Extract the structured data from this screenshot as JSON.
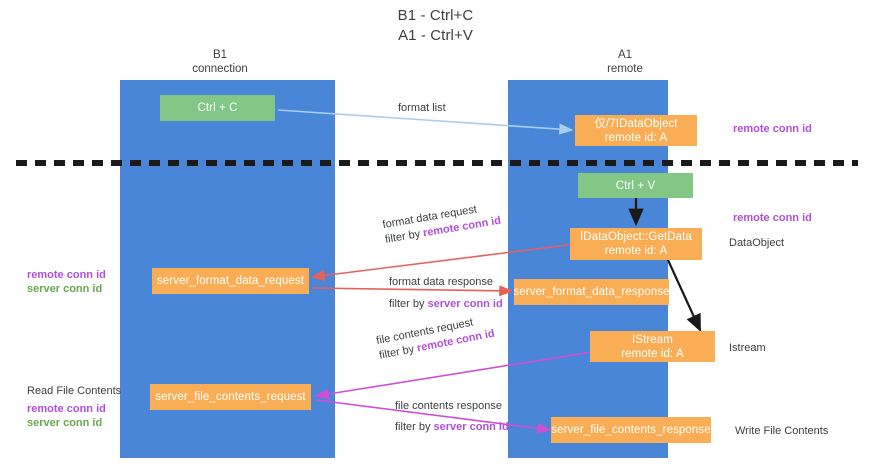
{
  "title": {
    "line1": "B1 - Ctrl+C",
    "line2": "A1 - Ctrl+V"
  },
  "columns": [
    {
      "name": "B1",
      "sub": "connection"
    },
    {
      "name": "A1",
      "sub": "remote"
    }
  ],
  "nodes": {
    "ctrl_c": {
      "label": "Ctrl + C"
    },
    "idataobject": {
      "line1": "仅/7IDataObject",
      "line2": "remote id: A"
    },
    "ctrl_v": {
      "label": "Ctrl + V"
    },
    "getdata": {
      "line1": "IDataObject::GetData",
      "line2": "remote id: A"
    },
    "server_format_request": {
      "label": "server_format_data_request"
    },
    "server_format_response": {
      "label": "server_format_data_response"
    },
    "istream": {
      "line1": "IStream",
      "line2": "remote id: A"
    },
    "server_file_request": {
      "label": "server_file_contents_request"
    },
    "server_file_response": {
      "label": "server_file_contents_response"
    }
  },
  "edges": {
    "format_list": {
      "line1": "format list"
    },
    "format_data_request": {
      "line1": "format data request",
      "line2_prefix": "filter by ",
      "line2_hl": "remote conn id"
    },
    "format_data_response": {
      "line1": "format data response",
      "line2_prefix": "filter by ",
      "line2_hl": "server conn id"
    },
    "file_contents_request": {
      "line1": "file contents request",
      "line2_prefix": "filter by ",
      "line2_hl": "remote conn id"
    },
    "file_contents_response": {
      "line1": "file contents response",
      "line2_prefix": "filter by ",
      "line2_hl": "server conn id"
    }
  },
  "annotations": {
    "right_remote_conn_top": "remote conn id",
    "right_remote_conn_mid": "remote conn id",
    "right_dataobject": "DataObject",
    "right_istream": "Istream",
    "right_write_file": "Write File Contents",
    "left_remote_conn": "remote conn id",
    "left_server_conn": "server conn id",
    "left_read_file": "Read File Contents",
    "left_remote_conn2": "remote conn id",
    "left_server_conn2": "server conn id"
  },
  "colors": {
    "lane": "#4a86d8",
    "green_node": "#82c785",
    "orange_node": "#f9ad54",
    "purple": "#b14fd8",
    "green_text": "#6aa84f",
    "arrow_blue": "#a8cdf0",
    "arrow_red": "#e8605a",
    "arrow_magenta": "#cf4fd4",
    "arrow_black": "#1a1a1a",
    "divider": "#1a1a1a"
  }
}
